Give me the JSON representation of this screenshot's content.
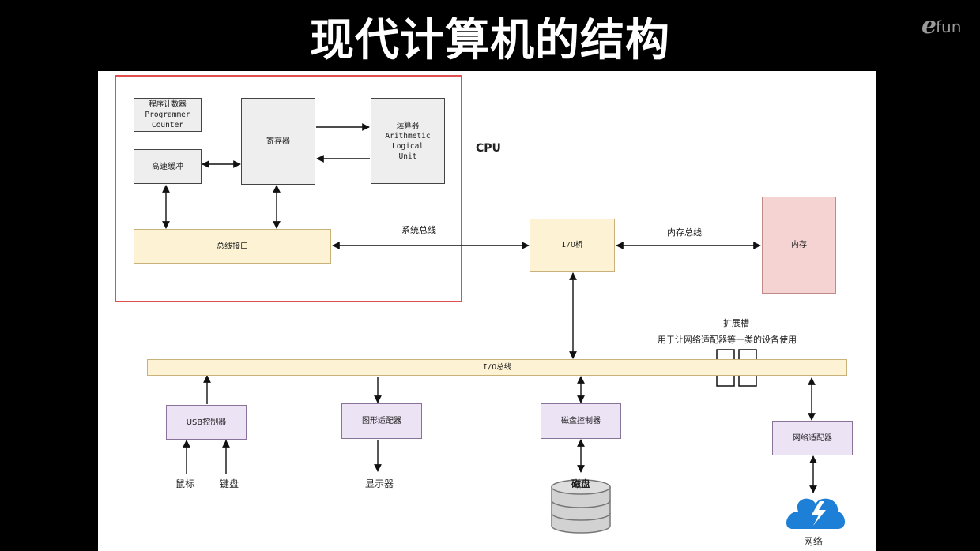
{
  "title": "现代计算机的结构",
  "logo": {
    "mark": "e",
    "text": "fun"
  },
  "diagram": {
    "cpu_label": "CPU",
    "program_counter": "程序计数器\nProgrammer\nCounter",
    "register": "寄存器",
    "alu": "运算器\nArithmetic\nLogical\nUnit",
    "cache": "高速缓冲",
    "bus_interface": "总线接口",
    "system_bus": "系统总线",
    "io_bridge": "I/O桥",
    "memory_bus": "内存总线",
    "memory": "内存",
    "expansion_slot": "扩展槽",
    "expansion_note": "用于让网络适配器等一类的设备使用",
    "io_bus": "I/O总线",
    "usb_controller": "USB控制器",
    "graphics_adapter": "图形适配器",
    "disk_controller": "磁盘控制器",
    "network_adapter": "网络适配器",
    "mouse": "鼠标",
    "keyboard": "键盘",
    "display": "显示器",
    "disk": "磁盘",
    "network": "网络"
  },
  "colors": {
    "cpu_border": "#e05050",
    "bus_fill": "#fdf3d4",
    "controller_fill": "#ece3f5",
    "memory_fill": "#f6d3d3",
    "cloud": "#1e7fd6"
  }
}
